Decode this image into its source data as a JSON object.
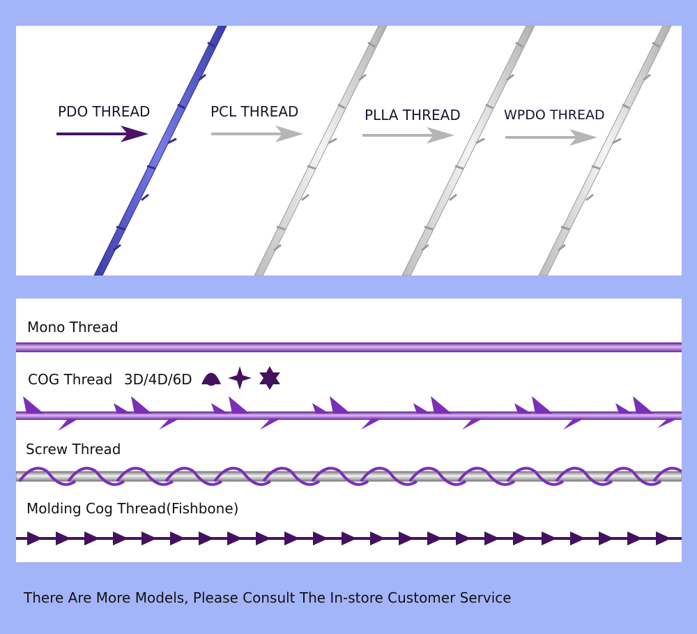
{
  "top_section": {
    "labels": {
      "pdo": "PDO THREAD",
      "pcl": "PCL THREAD",
      "plla": "PLLA THREAD",
      "wpdo": "WPDO THREAD"
    },
    "colors": {
      "pdo_thread": "#5a5bd0",
      "pdo_arrow": "#4a1466",
      "gray_thread": "#d9d9d9",
      "gray_arrow": "#b5b5b5"
    }
  },
  "bottom_section": {
    "mono_label": "Mono Thread",
    "cog_label": "COG Thread",
    "cog_variants": "3D/4D/6D",
    "screw_label": "Screw Thread",
    "molding_label": "Molding Cog Thread(Fishbone)",
    "colors": {
      "purple": "#7b2fb8",
      "dark_purple": "#44115f",
      "steel": "#b8b8b8"
    },
    "icons": [
      "cone-3d-icon",
      "star-4d-icon",
      "star-6d-icon"
    ]
  },
  "footer": {
    "note": "There Are More Models, Please Consult The In-store Customer Service"
  }
}
